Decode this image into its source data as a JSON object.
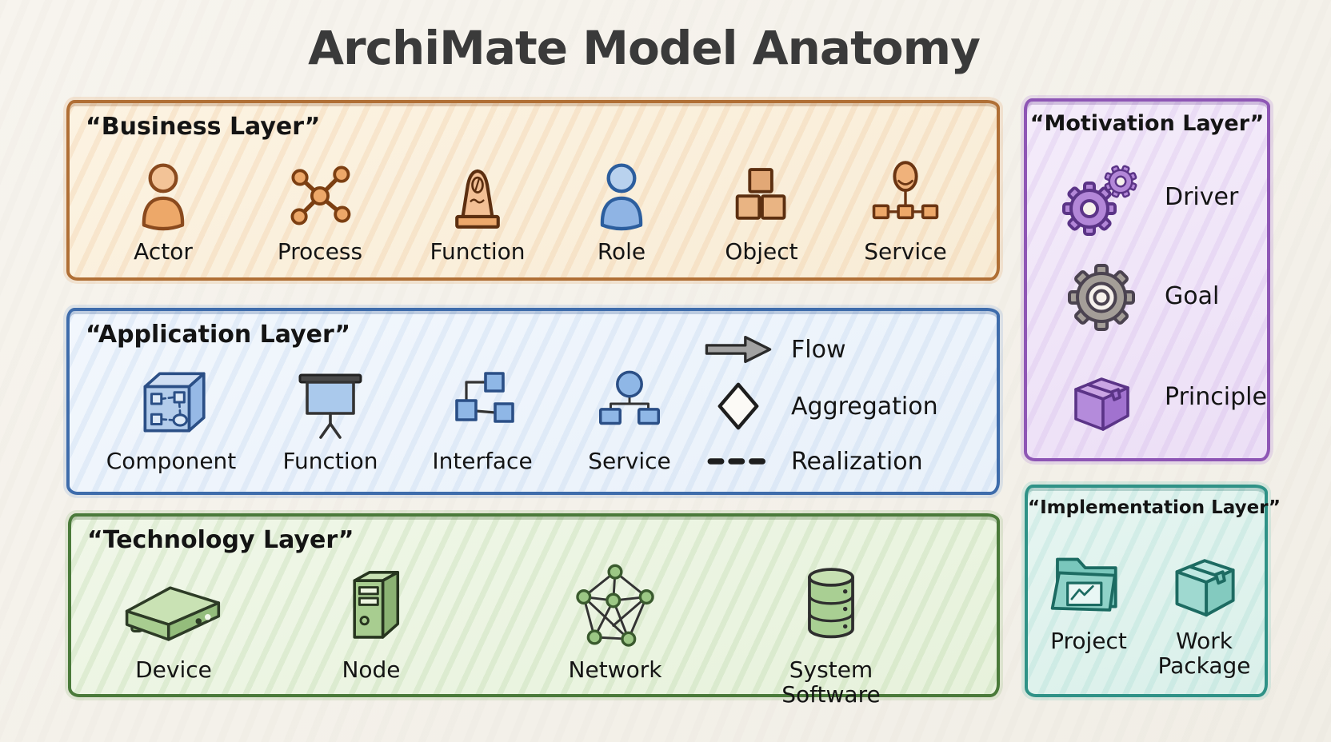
{
  "title": "ArchiMate Model Anatomy",
  "layers": {
    "business": {
      "header": "“Business Layer”",
      "accent": "#b06f35",
      "items": [
        {
          "label": "Actor",
          "icon": "actor-icon"
        },
        {
          "label": "Process",
          "icon": "process-icon"
        },
        {
          "label": "Function",
          "icon": "business-function-icon"
        },
        {
          "label": "Role",
          "icon": "role-icon"
        },
        {
          "label": "Object",
          "icon": "object-icon"
        },
        {
          "label": "Service",
          "icon": "business-service-icon"
        }
      ]
    },
    "application": {
      "header": "“Application Layer”",
      "accent": "#3e6cab",
      "items": [
        {
          "label": "Component",
          "icon": "component-icon"
        },
        {
          "label": "Function",
          "icon": "app-function-icon"
        },
        {
          "label": "Interface",
          "icon": "interface-icon"
        },
        {
          "label": "Service",
          "icon": "app-service-icon"
        }
      ],
      "legend": [
        {
          "label": "Flow",
          "icon": "flow-arrow-icon"
        },
        {
          "label": "Aggregation",
          "icon": "aggregation-diamond-icon"
        },
        {
          "label": "Realization",
          "icon": "realization-dashes-icon"
        }
      ]
    },
    "technology": {
      "header": "“Technology Layer”",
      "accent": "#4a7a3a",
      "items": [
        {
          "label": "Device",
          "icon": "device-icon"
        },
        {
          "label": "Node",
          "icon": "node-icon"
        },
        {
          "label": "Network",
          "icon": "network-icon"
        },
        {
          "label": "System Software",
          "icon": "system-software-icon"
        }
      ]
    },
    "motivation": {
      "header": "“Motivation Layer”",
      "accent": "#8e56b5",
      "items": [
        {
          "label": "Driver",
          "icon": "driver-gears-icon"
        },
        {
          "label": "Goal",
          "icon": "goal-gear-icon"
        },
        {
          "label": "Principle",
          "icon": "principle-package-icon"
        }
      ]
    },
    "implementation": {
      "header": "“Implementation Layer”",
      "accent": "#2f9287",
      "items": [
        {
          "label": "Project",
          "icon": "project-folder-icon"
        },
        {
          "label": "Work Package",
          "icon": "work-package-icon"
        }
      ]
    }
  },
  "colors": {
    "background": "#f5f2ec",
    "title_text": "#3a3a3a",
    "label_text": "#141414",
    "business_border": "#b06f35",
    "application_border": "#3e6cab",
    "technology_border": "#4a7a3a",
    "motivation_border": "#8e56b5",
    "implementation_border": "#2f9287",
    "flow_arrow_fill": "#a2a2a2",
    "orange_icon_fill": "#efb078",
    "blue_icon_fill": "#9fc0e8",
    "green_icon_fill": "#a8cd90",
    "purple_icon_fill": "#b387d8",
    "gray_gear_fill": "#a49e98",
    "teal_icon_fill": "#8ed2c7"
  }
}
